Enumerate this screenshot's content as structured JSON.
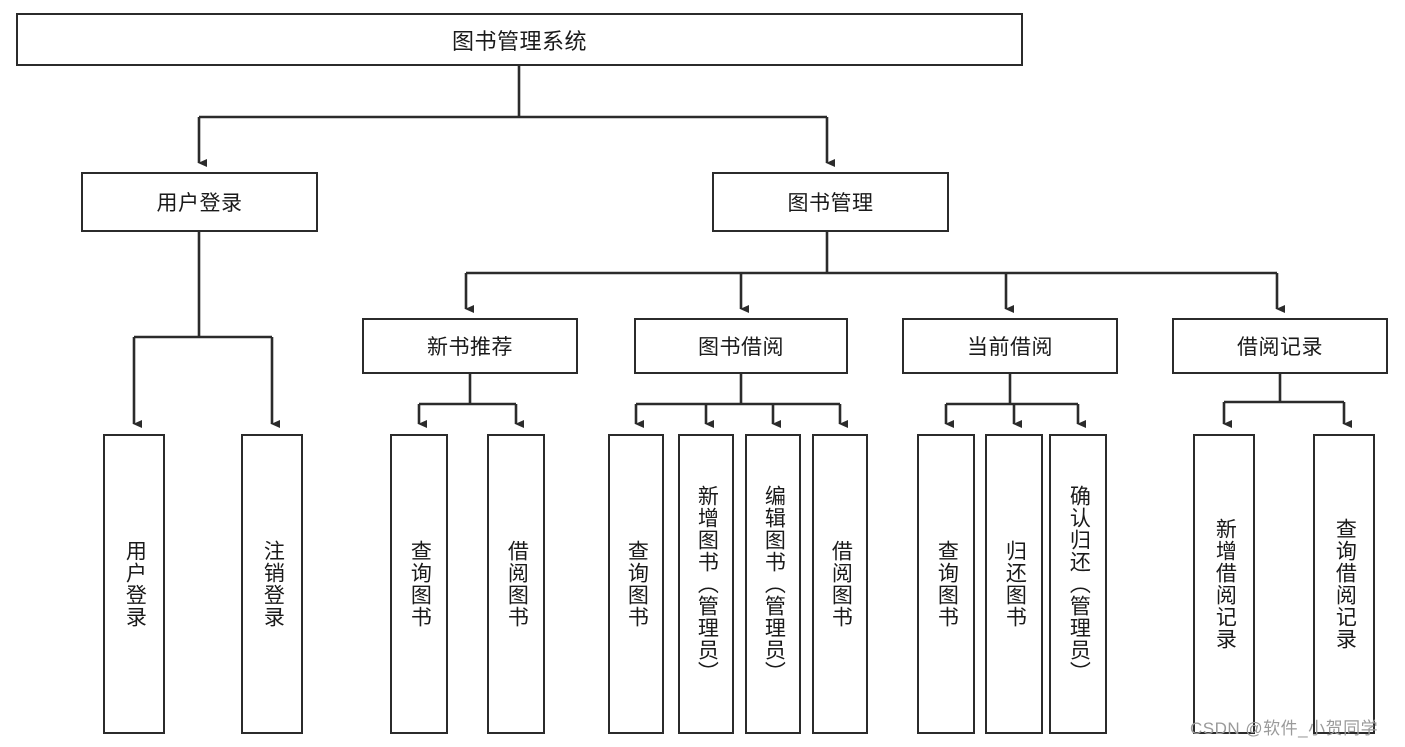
{
  "diagram": {
    "type": "tree",
    "title": "图书管理系统",
    "root": {
      "label": "图书管理系统"
    },
    "level2": [
      {
        "label": "用户登录"
      },
      {
        "label": "图书管理"
      }
    ],
    "level3": [
      {
        "label": "新书推荐"
      },
      {
        "label": "图书借阅"
      },
      {
        "label": "当前借阅"
      },
      {
        "label": "借阅记录"
      }
    ],
    "leaves_user_login": [
      {
        "label": "用户登录"
      },
      {
        "label": "注销登录"
      }
    ],
    "leaves_new_book": [
      {
        "label": "查询图书"
      },
      {
        "label": "借阅图书"
      }
    ],
    "leaves_borrow": [
      {
        "label": "查询图书"
      },
      {
        "label": "新增图书（管理员）"
      },
      {
        "label": "编辑图书（管理员）"
      },
      {
        "label": "借阅图书"
      }
    ],
    "leaves_current": [
      {
        "label": "查询图书"
      },
      {
        "label": "归还图书"
      },
      {
        "label": "确认归还（管理员）"
      }
    ],
    "leaves_record": [
      {
        "label": "新增借阅记录"
      },
      {
        "label": "查询借阅记录"
      }
    ]
  },
  "watermark": {
    "text": "CSDN @软件_小贺同学"
  },
  "colors": {
    "stroke": "#2b2b2b",
    "box_fill": "#ffffff",
    "text": "#1a1a1a",
    "watermark": "#9a9a9a"
  }
}
